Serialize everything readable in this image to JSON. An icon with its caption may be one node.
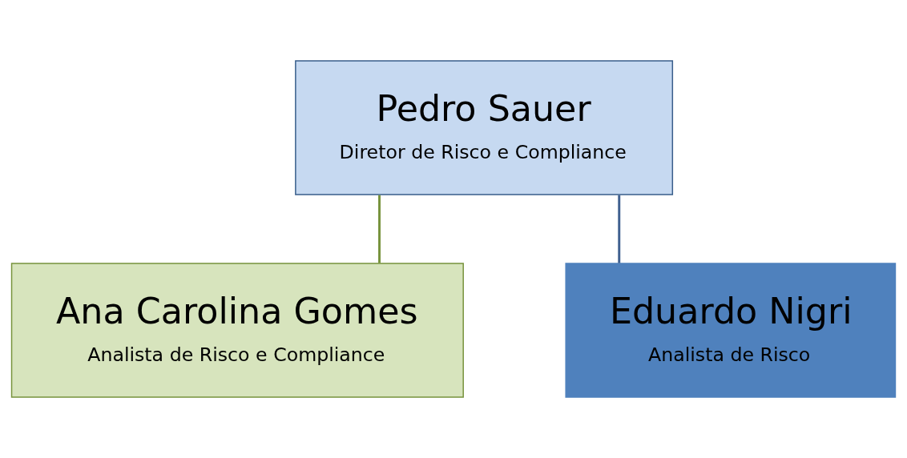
{
  "diagram": {
    "nodes": [
      {
        "text": [
          "Pedro Sauer",
          "Diretor de Risco e Compliance"
        ]
      },
      {
        "text": [
          "Ana Carolina Gomes",
          "Analista de Risco e Compliance"
        ]
      },
      {
        "text": [
          "Eduardo Nigri",
          "Analista de Risco"
        ]
      }
    ],
    "edges": [
      {
        "from": 0,
        "to": 1,
        "arrow": "none",
        "color": "#77933c"
      },
      {
        "from": 0,
        "to": 2,
        "arrow": "none",
        "color": "#3f5f8f"
      }
    ]
  }
}
